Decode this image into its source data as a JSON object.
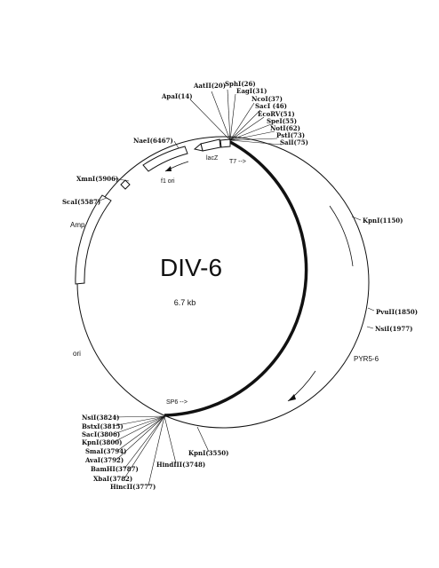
{
  "title": "DIV-6",
  "size": "6.7 kb",
  "features": {
    "lacz": "lacZ",
    "t7": "T7 -->",
    "f1ori": "f1 ori",
    "amp": "Amp",
    "ori": "ori",
    "sp6": "SP6 -->",
    "insert": "PYR5-6"
  },
  "sites": {
    "aatII": "AatII(20)",
    "sphI": "SphI(26)",
    "apaI": "ApaI(14)",
    "eagI": "EagI(31)",
    "ncoI": "NcoI(37)",
    "sacI_top": "SacI (46)",
    "ecoRV": "EcoRV(51)",
    "speI": "SpeI(55)",
    "notI": "NotI(62)",
    "pstI": "PstI(73)",
    "salI": "SalI(75)",
    "naeI": "NaeI(6467)",
    "xmnI": "XmnI(5906)",
    "scaI": "ScaI(5587)",
    "kpnI_1150": "KpnI(1150)",
    "pvuII": "PvuII(1850)",
    "nsiI_1977": "NsiI(1977)",
    "nsiI_3824": "NsiI(3824)",
    "bstxI": "BstxI(3815)",
    "sacI_3806": "SacI(3806)",
    "kpnI_3800": "KpnI(3800)",
    "smaI": "SmaI(3794)",
    "avaI": "AvaI(3792)",
    "bamHI": "BamHI(3787)",
    "xbaI": "XbaI(3782)",
    "hincII": "HincII(3777)",
    "hindIII": "HindIII(3748)",
    "kpnI_3550": "KpnI(3550)"
  }
}
